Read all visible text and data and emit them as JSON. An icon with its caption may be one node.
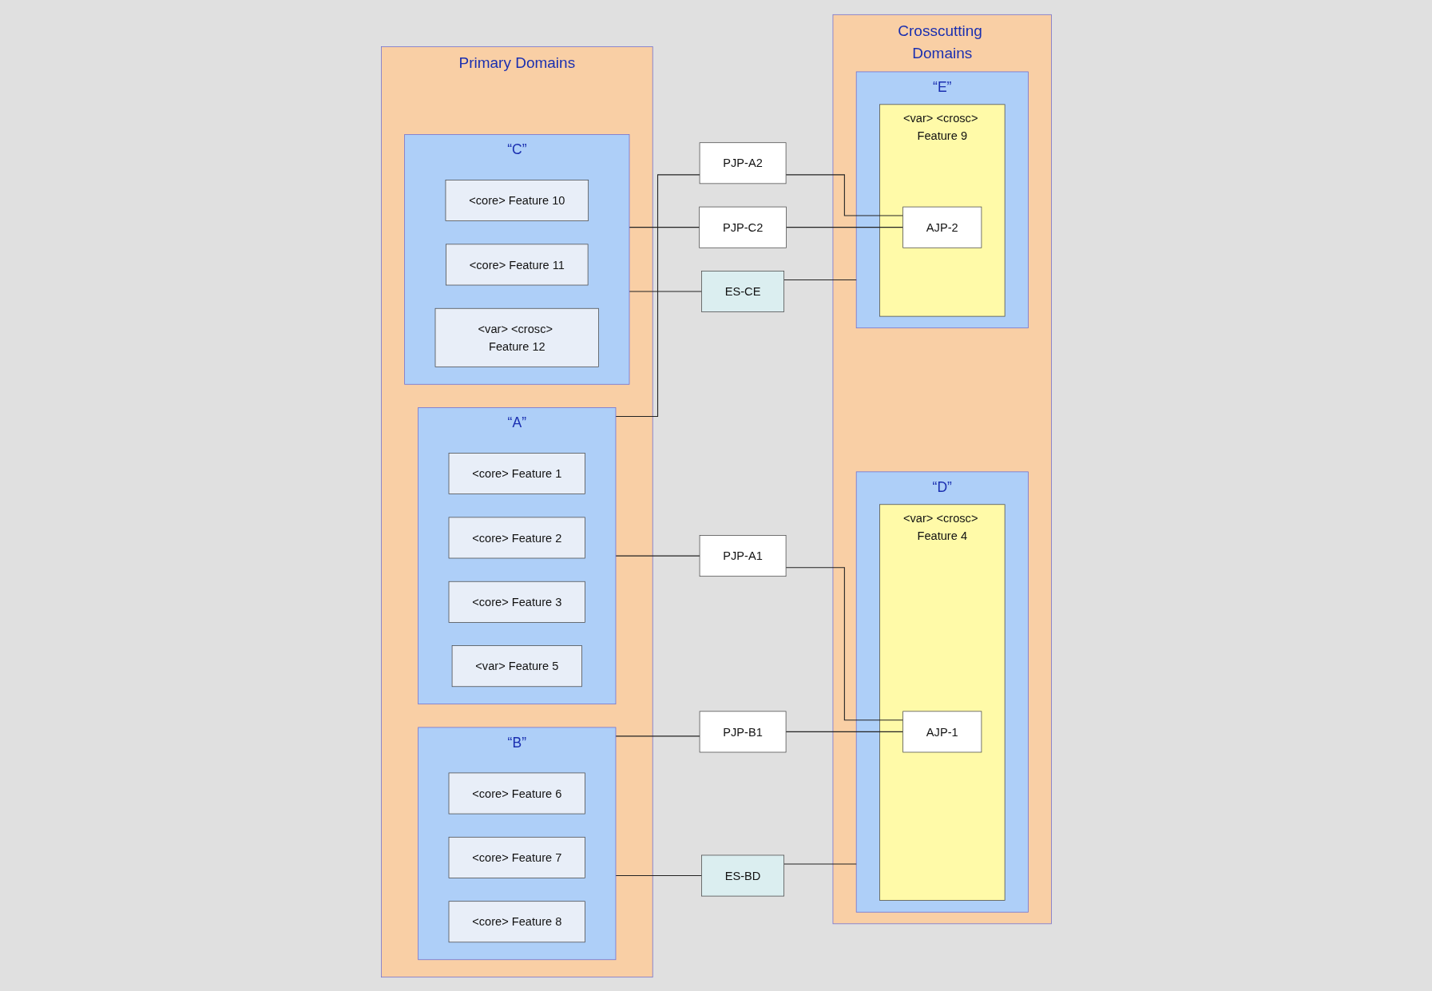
{
  "diagram": {
    "nodes": [
      {
        "text": [
          "Primary Domains"
        ]
      },
      {
        "text": [
          "“A”"
        ],
        "in": 0
      },
      {
        "text": [
          "<core> Feature 1"
        ],
        "in": 1
      },
      {
        "text": [
          "<core> Feature 2"
        ],
        "in": 1
      },
      {
        "text": [
          "<core> Feature 3"
        ],
        "in": 1
      },
      {
        "text": [
          "<var> Feature 5"
        ],
        "in": 1
      },
      {
        "text": [
          "“B”"
        ],
        "in": 0
      },
      {
        "text": [
          "<core> Feature 6"
        ],
        "in": 6
      },
      {
        "text": [
          "<core> Feature 7"
        ],
        "in": 6
      },
      {
        "text": [
          "<core> Feature 8"
        ],
        "in": 6
      },
      {
        "text": [
          "“C”"
        ],
        "in": 0
      },
      {
        "text": [
          "<core> Feature 10"
        ],
        "in": 10
      },
      {
        "text": [
          "<core> Feature 11"
        ],
        "in": 10
      },
      {
        "text": [
          "<var> <crosc> Feature 12"
        ],
        "in": 10
      },
      {
        "text": [
          "PJP-A1"
        ]
      },
      {
        "text": [
          "PJP-A2"
        ]
      },
      {
        "text": [
          "PJP-B1"
        ]
      },
      {
        "text": [
          "ES-BD"
        ]
      },
      {
        "text": [
          "PJP-C2"
        ]
      },
      {
        "text": [
          "ES-CE"
        ]
      },
      {
        "text": [
          "Crosscutting Domains"
        ]
      },
      {
        "text": [
          "“D”"
        ],
        "in": 20
      },
      {
        "text": [
          "<var> <crosc> Feature 4"
        ],
        "in": 21
      },
      {
        "text": [
          "AJP-1"
        ],
        "in": 22
      },
      {
        "text": [
          "“E”"
        ],
        "in": 20
      },
      {
        "text": [
          "<var> <crosc> Feature 9"
        ],
        "in": 24
      },
      {
        "text": [
          "AJP-2"
        ],
        "in": 25
      }
    ],
    "edges": [
      {
        "from": 1,
        "to": 14,
        "arrow": "none"
      },
      {
        "from": 1,
        "to": 15,
        "arrow": "none"
      },
      {
        "from": 14,
        "to": 23,
        "arrow": "none"
      },
      {
        "from": 15,
        "to": 26,
        "arrow": "none"
      },
      {
        "from": 6,
        "to": 16,
        "arrow": "none"
      },
      {
        "from": 16,
        "to": 23,
        "arrow": "none"
      },
      {
        "from": 6,
        "to": 17,
        "arrow": "none"
      },
      {
        "from": 17,
        "to": 21,
        "arrow": "none"
      },
      {
        "from": 10,
        "to": 18,
        "arrow": "none"
      },
      {
        "from": 18,
        "to": 26,
        "arrow": "none"
      },
      {
        "from": 10,
        "to": 19,
        "arrow": "none"
      },
      {
        "from": 19,
        "to": 24,
        "arrow": "none"
      }
    ]
  }
}
